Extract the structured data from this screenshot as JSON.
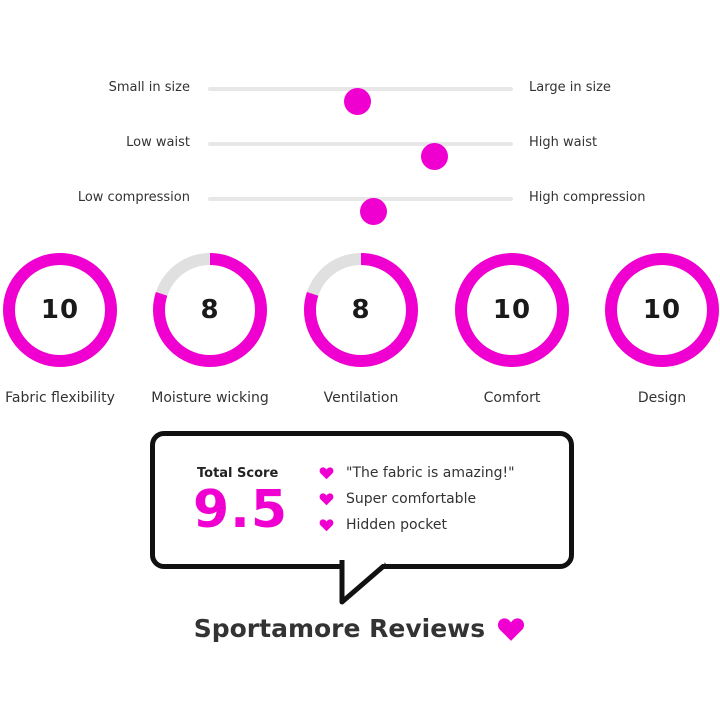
{
  "sliders": [
    {
      "left_label": "Small in size",
      "right_label": "Large in size",
      "value": 0.49
    },
    {
      "left_label": "Low waist",
      "right_label": "High waist",
      "value": 0.74
    },
    {
      "left_label": "Low compression",
      "right_label": "High compression",
      "value": 0.54
    }
  ],
  "ratings": [
    {
      "label": "Fabric flexibility",
      "score": "10",
      "fraction": 1.0
    },
    {
      "label": "Moisture wicking",
      "score": "8",
      "fraction": 0.8
    },
    {
      "label": "Ventilation",
      "score": "8",
      "fraction": 0.8
    },
    {
      "label": "Comfort",
      "score": "10",
      "fraction": 1.0
    },
    {
      "label": "Design",
      "score": "10",
      "fraction": 1.0
    }
  ],
  "summary": {
    "total_label": "Total Score",
    "total_value": "9.5",
    "points": [
      "\"The fabric is amazing!\"",
      "Super comfortable",
      "Hidden pocket"
    ]
  },
  "brand": {
    "name": "Sportamore Reviews",
    "icon": "heart-icon"
  },
  "colors": {
    "accent": "#f000d0",
    "track": "#e7e7e7",
    "text": "#333333"
  }
}
